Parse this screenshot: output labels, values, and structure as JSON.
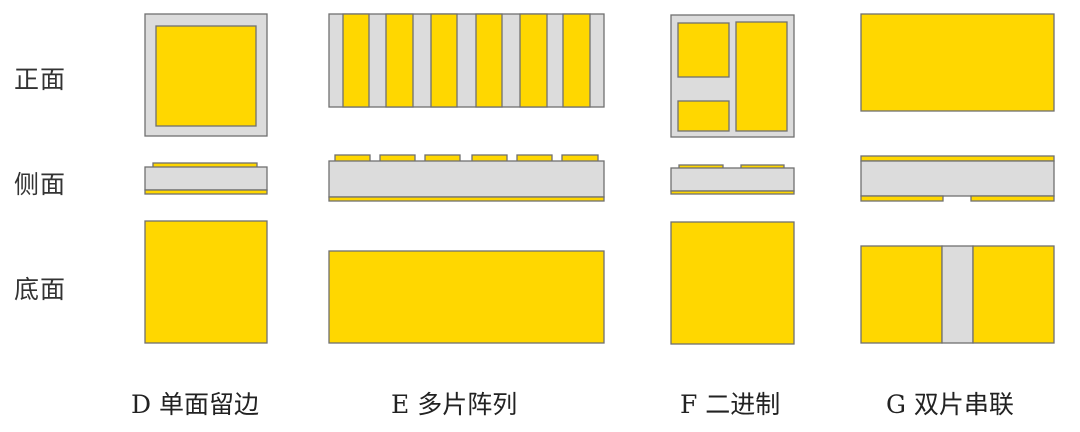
{
  "row_labels": {
    "front": "正面",
    "side": "侧面",
    "bottom": "底面"
  },
  "columns": [
    {
      "id": "D",
      "caption": "D 单面留边",
      "description": "single-side margin: front pad inset with border, full bottom pad"
    },
    {
      "id": "E",
      "caption": "E 多片阵列",
      "description": "multi-chip array: six vertical front pads, full bottom pad"
    },
    {
      "id": "F",
      "caption": "F 二进制",
      "description": "binary: three front pads (two stacked left, one tall right), full bottom pad"
    },
    {
      "id": "G",
      "caption": "G 双片串联",
      "description": "dual chip in series: full front pad, bottom split in two by gap"
    }
  ],
  "colors": {
    "metal": "#FFD700",
    "substrate": "#DCDCDC",
    "outline": "#707070",
    "background": "#FFFFFF"
  }
}
